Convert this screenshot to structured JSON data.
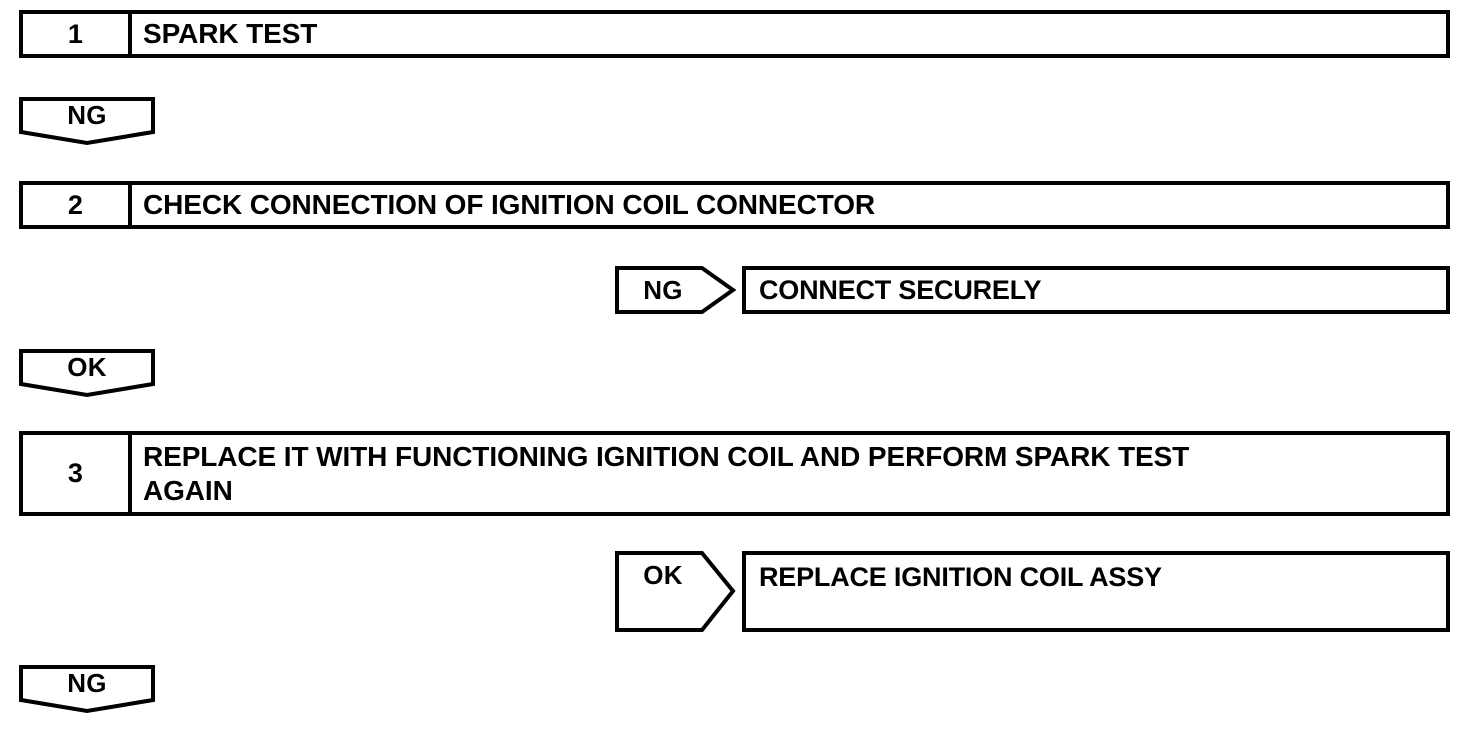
{
  "diagram": {
    "kind": "troubleshooting-flowchart",
    "stroke_color": "#000000",
    "background_color": "#ffffff"
  },
  "steps": [
    {
      "number": "1",
      "title": "SPARK TEST"
    },
    {
      "number": "2",
      "title": "CHECK CONNECTION OF IGNITION COIL CONNECTOR"
    },
    {
      "number": "3",
      "title": "REPLACE IT WITH FUNCTIONING IGNITION COIL AND PERFORM SPARK TEST\nAGAIN"
    }
  ],
  "connectors": [
    {
      "label": "NG",
      "direction": "down",
      "after_step": "1"
    },
    {
      "label": "OK",
      "direction": "down",
      "after_step": "2"
    },
    {
      "label": "NG",
      "direction": "down",
      "after_step": "3"
    }
  ],
  "branches": [
    {
      "label": "NG",
      "direction": "right",
      "from_step": "2",
      "action": "CONNECT SECURELY"
    },
    {
      "label": "OK",
      "direction": "right",
      "from_step": "3",
      "action": "REPLACE IGNITION COIL ASSY"
    }
  ]
}
